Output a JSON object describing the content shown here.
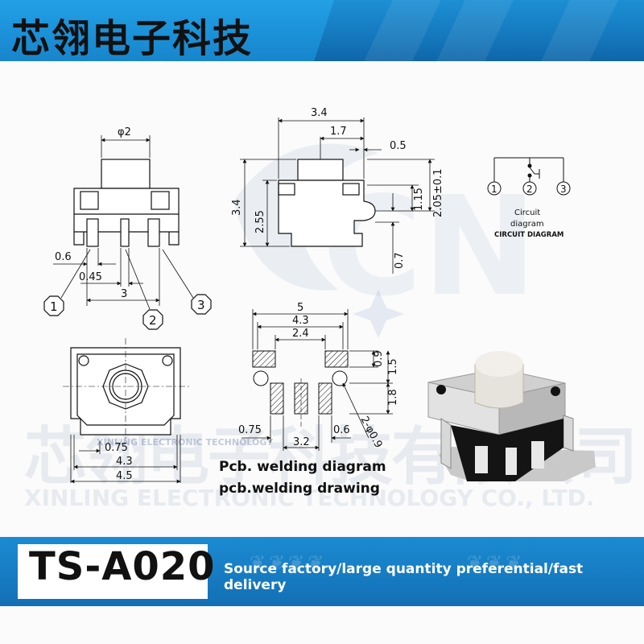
{
  "header": {
    "company_name": "芯翎电子科技"
  },
  "footer": {
    "model": "TS-A020",
    "slogan": "Source factory/large quantity preferential/fast delivery"
  },
  "watermark": {
    "logo_letters": "CN",
    "chinese": "芯翎电子科技有限公司",
    "english": "XINLING ELECTRONIC TECHNOLOGY CO., LTD.",
    "english_small": "XINLING ELECTRONIC TECHNOLOGY"
  },
  "front_view": {
    "dims": {
      "diameter": "φ2",
      "lead_width": "0.6",
      "lead_offset": "0.45",
      "pitch": "3"
    },
    "pins": [
      "1",
      "2",
      "3"
    ]
  },
  "side_view": {
    "dims": {
      "width": "3.4",
      "offset": "1.7",
      "gap": "0.5",
      "height": "3.4",
      "body_height": "2.55",
      "total": "2.05±0.1",
      "stem": "1.15",
      "foot": "0.7"
    }
  },
  "circuit": {
    "pins": [
      "1",
      "2",
      "3"
    ],
    "caption_line1": "Circuit",
    "caption_line2": "diagram",
    "caption_line3": "CIRCUIT DIAGRAM"
  },
  "bottom_view": {
    "dims": {
      "pad_pitch": "0.75",
      "inner": "4.3",
      "outer": "4.5"
    }
  },
  "pcb": {
    "dims": {
      "outer": "5",
      "mid": "4.3",
      "inner": "2.4",
      "pad_h": "0.9",
      "pad_gap": "1.5",
      "slot_h": "1.8",
      "left": "0.75",
      "center": "3.2",
      "right": "0.6",
      "hole": "2-φ0.9"
    },
    "caption_line1": "Pcb. welding diagram",
    "caption_line2": "pcb.welding drawing"
  }
}
